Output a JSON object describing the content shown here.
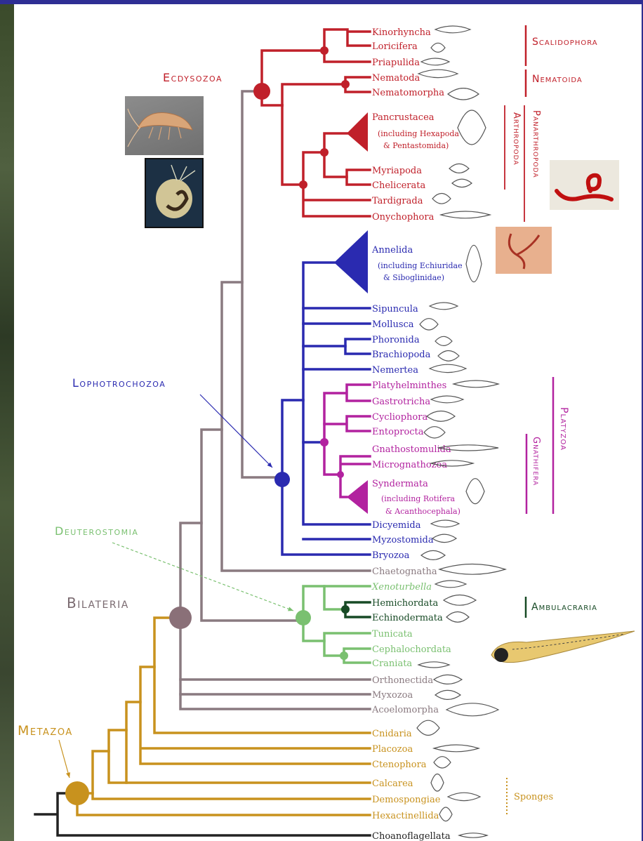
{
  "clades": {
    "ecdysozoa": "Ecdysozoa",
    "lophotrochozoa": "Lophotrochozoa",
    "deuterostomia": "Deuterostomia",
    "bilateria": "Bilateria",
    "metazoa": "Metazoa"
  },
  "groups": {
    "scalidophora": "Scalidophora",
    "nematoida": "Nematoida",
    "panarthropoda": "Panarthropoda",
    "arthropoda": "Arthropoda",
    "platyzoa": "Platyzoa",
    "gnathifera": "Gnathifera",
    "ambulacraria": "Ambulacraria",
    "sponges": "Sponges"
  },
  "taxa": [
    {
      "name": "Kinorhyncha",
      "color": "#c0202a"
    },
    {
      "name": "Loricifera",
      "color": "#c0202a"
    },
    {
      "name": "Priapulida",
      "color": "#c0202a"
    },
    {
      "name": "Nematoda",
      "color": "#c0202a"
    },
    {
      "name": "Nematomorpha",
      "color": "#c0202a"
    },
    {
      "name": "Pancrustacea",
      "color": "#c0202a"
    },
    {
      "name": "(including Hexapoda",
      "color": "#c0202a"
    },
    {
      "name": "& Pentastomida)",
      "color": "#c0202a"
    },
    {
      "name": "Myriapoda",
      "color": "#c0202a"
    },
    {
      "name": "Chelicerata",
      "color": "#c0202a"
    },
    {
      "name": "Tardigrada",
      "color": "#c0202a"
    },
    {
      "name": "Onychophora",
      "color": "#c0202a"
    },
    {
      "name": "Annelida",
      "color": "#2a2ab0"
    },
    {
      "name": "(including Echiuridae",
      "color": "#2a2ab0"
    },
    {
      "name": "& Siboglinidae)",
      "color": "#2a2ab0"
    },
    {
      "name": "Sipuncula",
      "color": "#2a2ab0"
    },
    {
      "name": "Mollusca",
      "color": "#2a2ab0"
    },
    {
      "name": "Phoronida",
      "color": "#2a2ab0"
    },
    {
      "name": "Brachiopoda",
      "color": "#2a2ab0"
    },
    {
      "name": "Nemertea",
      "color": "#2a2ab0"
    },
    {
      "name": "Platyhelminthes",
      "color": "#b2229f"
    },
    {
      "name": "Gastrotricha",
      "color": "#b2229f"
    },
    {
      "name": "Cycliophora",
      "color": "#b2229f"
    },
    {
      "name": "Entoprocta",
      "color": "#b2229f"
    },
    {
      "name": "Gnathostomulida",
      "color": "#b2229f"
    },
    {
      "name": "Micrognathozoa",
      "color": "#b2229f"
    },
    {
      "name": "Syndermata",
      "color": "#b2229f"
    },
    {
      "name": "(including Rotifera",
      "color": "#b2229f"
    },
    {
      "name": "& Acanthocephala)",
      "color": "#b2229f"
    },
    {
      "name": "Dicyemida",
      "color": "#2a2ab0"
    },
    {
      "name": "Myzostomida",
      "color": "#2a2ab0"
    },
    {
      "name": "Bryozoa",
      "color": "#2a2ab0"
    },
    {
      "name": "Chaetognatha",
      "color": "#8a7a80"
    },
    {
      "name": "Xenoturbella",
      "color": "#7ac070"
    },
    {
      "name": "Hemichordata",
      "color": "#174a25"
    },
    {
      "name": "Echinodermata",
      "color": "#174a25"
    },
    {
      "name": "Tunicata",
      "color": "#7ac070"
    },
    {
      "name": "Cephalochordata",
      "color": "#7ac070"
    },
    {
      "name": "Craniata",
      "color": "#7ac070"
    },
    {
      "name": "Orthonectida",
      "color": "#8a7a80"
    },
    {
      "name": "Myxozoa",
      "color": "#8a7a80"
    },
    {
      "name": "Acoelomorpha",
      "color": "#8a7a80"
    },
    {
      "name": "Cnidaria",
      "color": "#c8921e"
    },
    {
      "name": "Placozoa",
      "color": "#c8921e"
    },
    {
      "name": "Ctenophora",
      "color": "#c8921e"
    },
    {
      "name": "Calcarea",
      "color": "#c8921e"
    },
    {
      "name": "Demospongiae",
      "color": "#c8921e"
    },
    {
      "name": "Hexactinellida",
      "color": "#c8921e"
    },
    {
      "name": "Choanoflagellata",
      "color": "#222222"
    }
  ],
  "colors": {
    "ecdysozoa": "#c0202a",
    "lophotrochozoa": "#2a2ab0",
    "platyzoa": "#b2229f",
    "deuterostomia": "#7ac070",
    "ambulacraria": "#174a25",
    "bilateria": "#8a7a80",
    "metazoa": "#c8921e",
    "outgroup": "#222222",
    "frame": "#2e2e94"
  },
  "photos": [
    {
      "subject": "amphipod-crustacean"
    },
    {
      "subject": "water-flea"
    },
    {
      "subject": "red-worm"
    },
    {
      "subject": "red-annelids"
    },
    {
      "subject": "zebrafish-larva"
    }
  ]
}
